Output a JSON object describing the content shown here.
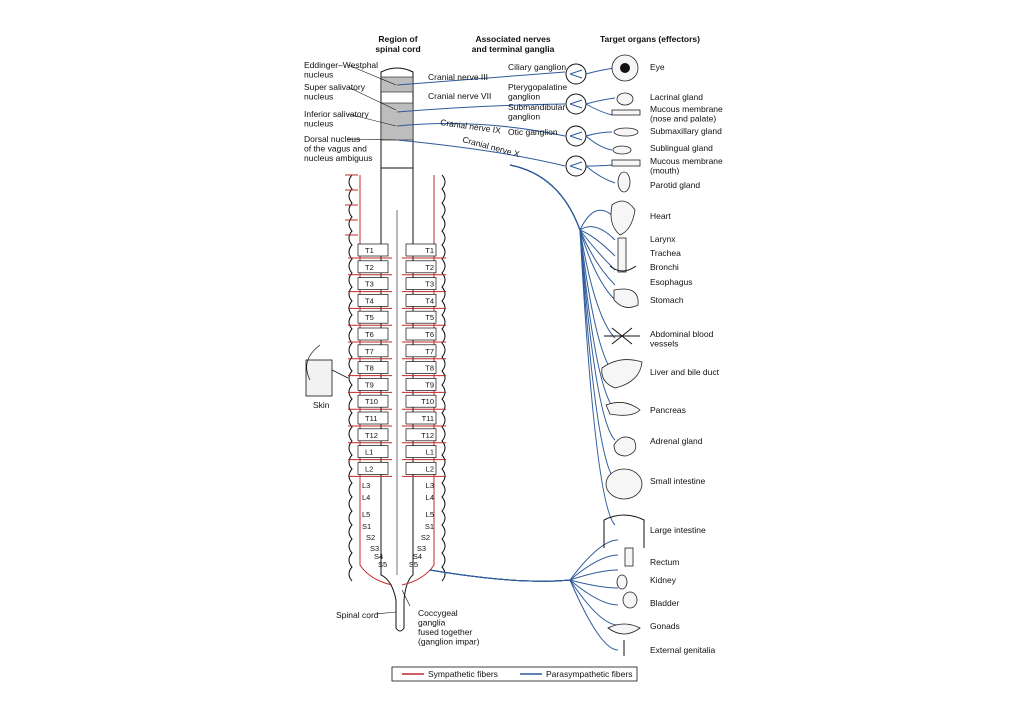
{
  "headers": {
    "region": [
      "Region of",
      "spinal cord"
    ],
    "nerves": [
      "Associated nerves",
      "and terminal ganglia"
    ],
    "targets": "Target organs (effectors)"
  },
  "nuclei": [
    [
      "Eddinger–Westphal",
      "nucleus"
    ],
    [
      "Super salivatory",
      "nucleus"
    ],
    [
      "Inferior salivatory",
      "nucleus"
    ],
    [
      "Dorsal nucleus",
      "of the vagus and",
      "nucleus ambiguus"
    ]
  ],
  "cranial_nerves": [
    "Cranial nerve III",
    "Cranial nerve VII",
    "Cranial nerve IX",
    "Cranial nerve X"
  ],
  "ganglia": [
    [
      "Ciliary ganglion"
    ],
    [
      "Pterygopalatine",
      "ganglion"
    ],
    [
      "Submandibular",
      "ganglion"
    ],
    [
      "Otic ganglion"
    ]
  ],
  "organs": [
    [
      "Eye"
    ],
    [
      "Lacrinal gland"
    ],
    [
      "Mucous membrane",
      "(nose and palate)"
    ],
    [
      "Submaxillary gland"
    ],
    [
      "Sublingual gland"
    ],
    [
      "Mucous membrane",
      "(mouth)"
    ],
    [
      "Parotid gland"
    ],
    [
      "Heart"
    ],
    [
      "Larynx"
    ],
    [
      "Trachea"
    ],
    [
      "Bronchi"
    ],
    [
      "Esophagus"
    ],
    [
      "Stomach"
    ],
    [
      "Abdominal blood",
      "vessels"
    ],
    [
      "Liver and bile duct"
    ],
    [
      "Pancreas"
    ],
    [
      "Adrenal gland"
    ],
    [
      "Small intestine"
    ],
    [
      "Large intestine"
    ],
    [
      "Rectum"
    ],
    [
      "Kidney"
    ],
    [
      "Bladder"
    ],
    [
      "Gonads"
    ],
    [
      "External genitalia"
    ]
  ],
  "segments_main": [
    "T1",
    "T2",
    "T3",
    "T4",
    "T5",
    "T6",
    "T7",
    "T8",
    "T9",
    "T10",
    "T11",
    "T12",
    "L1",
    "L2"
  ],
  "segments_lower": [
    "L3",
    "L4",
    "L5",
    "S1",
    "S2",
    "S3",
    "S4",
    "S5"
  ],
  "skin_label": "Skin",
  "spinal_cord_label": "Spinal cord",
  "coccygeal_label": [
    "Coccygeal",
    "ganglia",
    "fused together",
    "(ganglion impar)"
  ],
  "legend": {
    "sympathetic": "Sympathetic fibers",
    "parasympathetic": "Parasympathetic fibers"
  },
  "colors": {
    "sympathetic": "#c0282a",
    "parasympathetic": "#2f5b9b",
    "cord_band": "#bdbdbd"
  }
}
